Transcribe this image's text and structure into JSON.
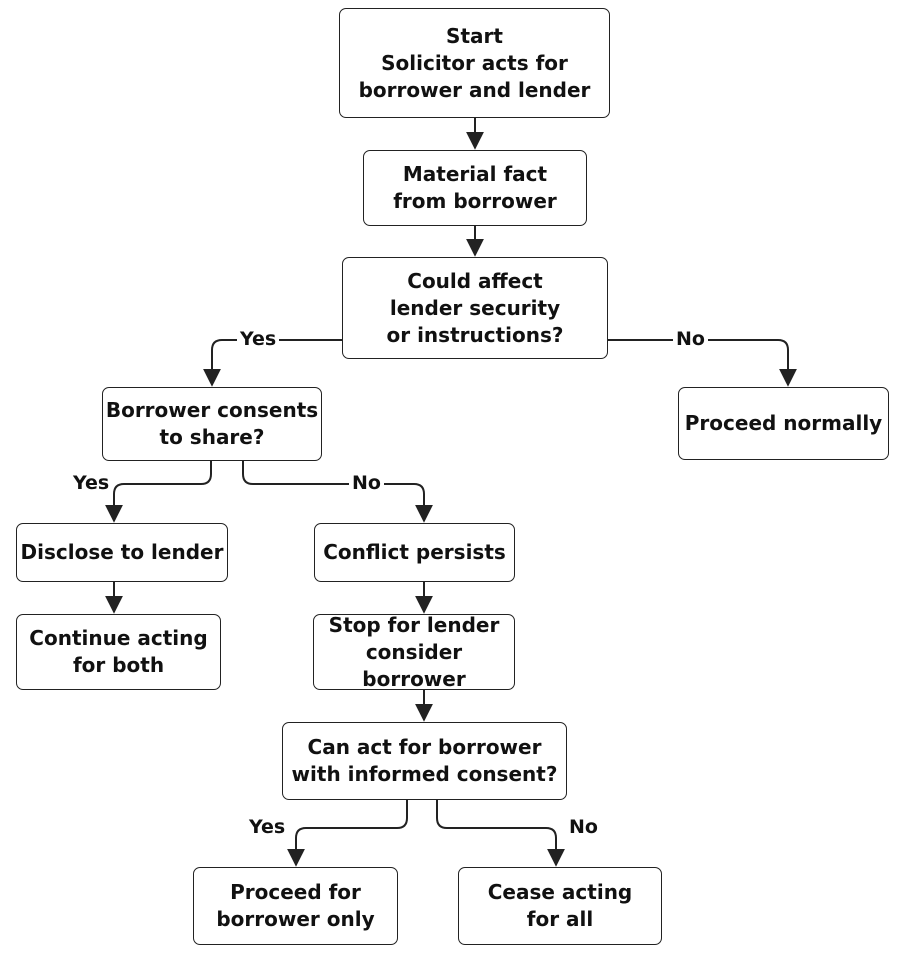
{
  "nodes": {
    "start": [
      "Start",
      "Solicitor acts for",
      "borrower and lender"
    ],
    "material_fact": [
      "Material fact",
      "from borrower"
    ],
    "could_affect": [
      "Could affect",
      "lender security",
      "or instructions?"
    ],
    "proceed_normally": [
      "Proceed normally"
    ],
    "borrower_consents": [
      "Borrower consents",
      "to share?"
    ],
    "disclose": [
      "Disclose to lender"
    ],
    "continue_both": [
      "Continue acting",
      "for both"
    ],
    "conflict": [
      "Conflict persists"
    ],
    "stop_lender": [
      "Stop for lender",
      "consider borrower"
    ],
    "can_act": [
      "Can act for borrower",
      "with informed consent?"
    ],
    "proceed_borrower": [
      "Proceed for",
      "borrower only"
    ],
    "cease": [
      "Cease acting",
      "for all"
    ]
  },
  "edge_labels": {
    "affect_yes": "Yes",
    "affect_no": "No",
    "consent_yes": "Yes",
    "consent_no": "No",
    "act_yes": "Yes",
    "act_no": "No"
  },
  "colors": {
    "line": "#222222",
    "text": "#111111",
    "background": "#ffffff"
  }
}
